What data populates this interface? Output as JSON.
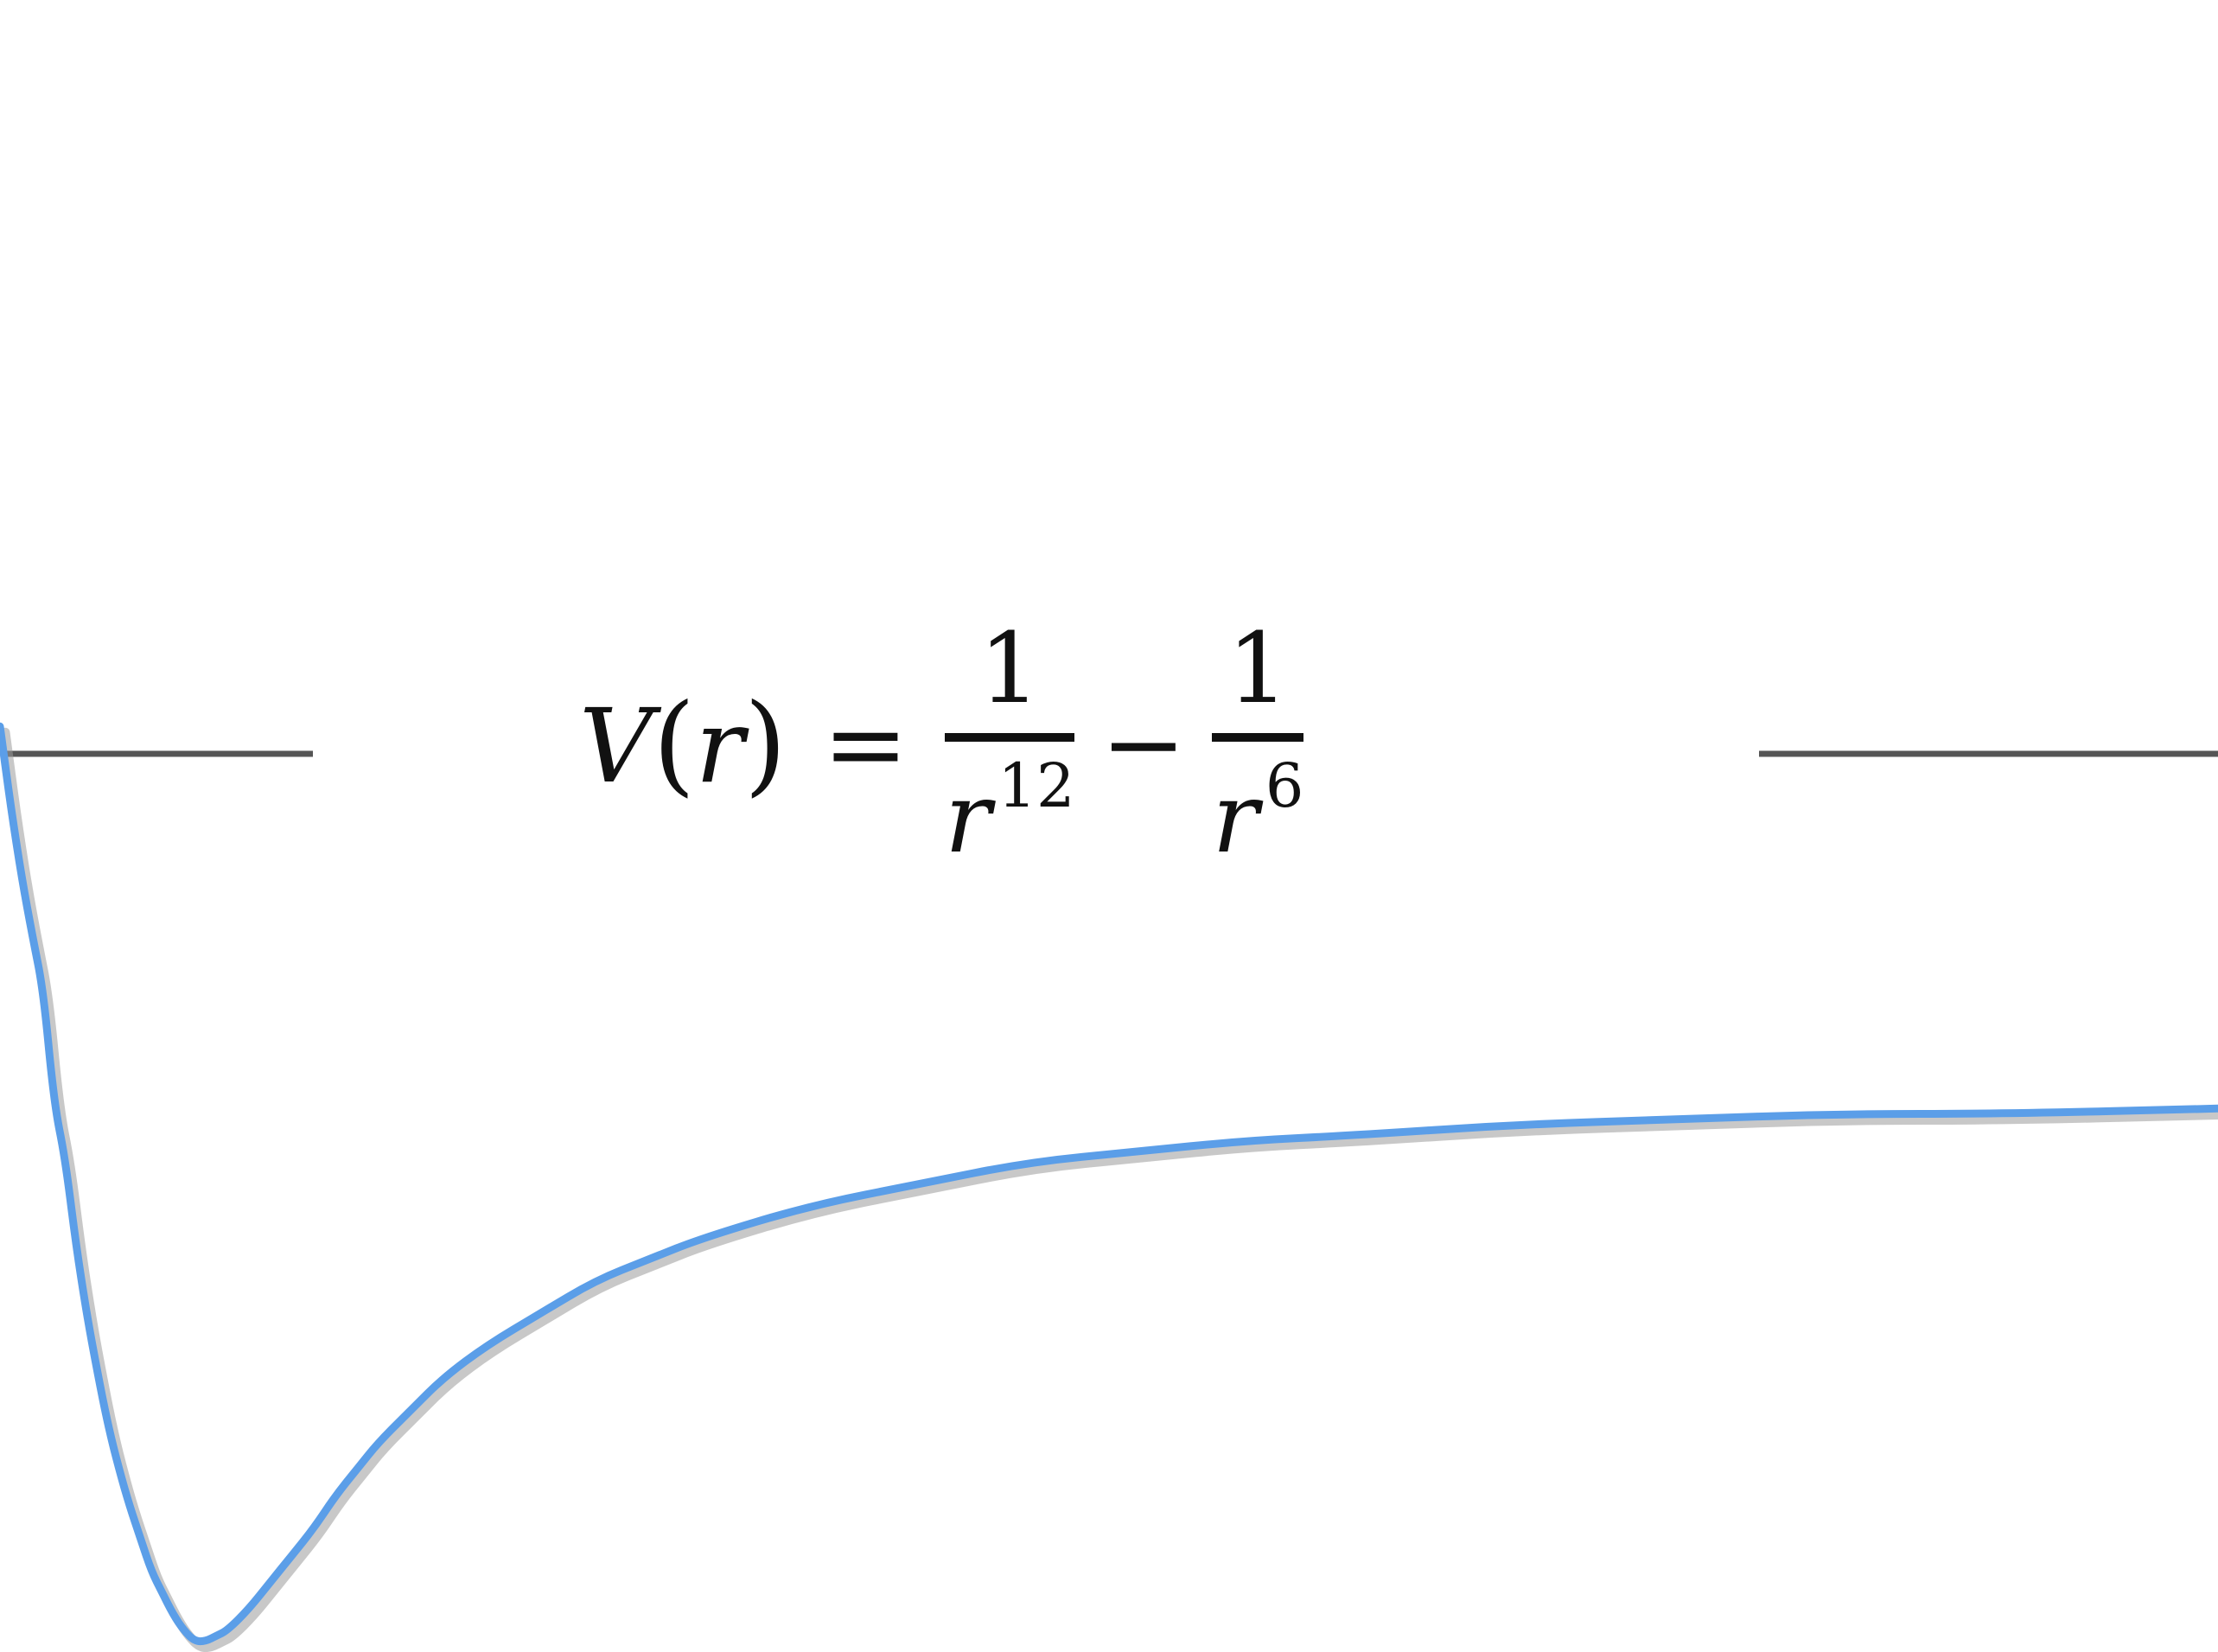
{
  "chart_data": {
    "type": "line",
    "title": "",
    "xlabel": "",
    "ylabel": "",
    "annotation": {
      "lhs": "V(r)",
      "lhs_symbol": "V",
      "lhs_arg": "r",
      "equals": "=",
      "term1_numerator": "1",
      "term1_denominator_base": "r",
      "term1_exponent": "12",
      "operator": "−",
      "term2_numerator": "1",
      "term2_denominator_base": "r",
      "term2_exponent": "6"
    },
    "x_range": [
      0.95,
      3.0
    ],
    "y_range": [
      -1.02,
      2.05
    ],
    "axis_color": "#555555",
    "series": [
      {
        "color": "#5b9ee8",
        "shadow_color": "#9a9a9a",
        "function": "1/r^12 - 1/r^6",
        "x": [
          0.95,
          0.96,
          0.97,
          0.98,
          0.99,
          1.0,
          1.01,
          1.02,
          1.03,
          1.04,
          1.05,
          1.06,
          1.07,
          1.08,
          1.09,
          1.1,
          1.11,
          1.12,
          1.13,
          1.14,
          1.15,
          1.16,
          1.18,
          1.2,
          1.22,
          1.24,
          1.26,
          1.28,
          1.3,
          1.33,
          1.36,
          1.4,
          1.45,
          1.5,
          1.55,
          1.6,
          1.7,
          1.8,
          1.9,
          2.0,
          2.1,
          2.2,
          2.35,
          2.5,
          2.65,
          2.8,
          3.0
        ],
        "y": [
          0.7,
          0.55,
          0.42,
          0.31,
          0.21,
          0.0,
          -0.1,
          -0.26,
          -0.39,
          -0.5,
          -0.6,
          -0.68,
          -0.75,
          -0.81,
          -0.87,
          -0.91,
          -0.95,
          -0.98,
          -1.0,
          -1.0,
          -0.99,
          -0.98,
          -0.94,
          -0.89,
          -0.84,
          -0.79,
          -0.73,
          -0.68,
          -0.63,
          -0.57,
          -0.51,
          -0.45,
          -0.39,
          -0.33,
          -0.29,
          -0.25,
          -0.19,
          -0.15,
          -0.11,
          -0.09,
          -0.07,
          -0.06,
          -0.04,
          -0.03,
          -0.02,
          -0.02,
          -0.01
        ]
      }
    ]
  }
}
